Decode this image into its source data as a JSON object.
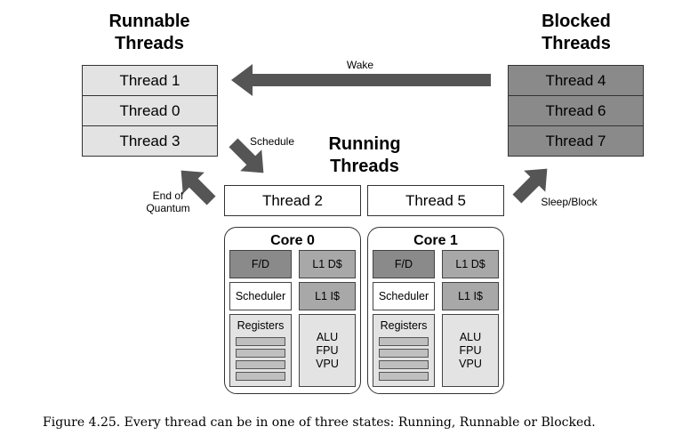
{
  "headings": {
    "runnable": "Runnable\nThreads",
    "blocked": "Blocked\nThreads",
    "running": "Running\nThreads"
  },
  "runnable_threads": [
    "Thread 1",
    "Thread 0",
    "Thread 3"
  ],
  "blocked_threads": [
    "Thread 4",
    "Thread 6",
    "Thread 7"
  ],
  "running_threads": [
    "Thread 2",
    "Thread 5"
  ],
  "transitions": {
    "wake": "Wake",
    "schedule": "Schedule",
    "end_of_quantum": "End of\nQuantum",
    "sleep_block": "Sleep/Block"
  },
  "cores": [
    {
      "title": "Core 0",
      "fd": "F/D",
      "l1d": "L1 D$",
      "scheduler": "Scheduler",
      "l1i": "L1 I$",
      "registers": "Registers",
      "units": "ALU\nFPU\nVPU"
    },
    {
      "title": "Core 1",
      "fd": "F/D",
      "l1d": "L1 D$",
      "scheduler": "Scheduler",
      "l1i": "L1 I$",
      "registers": "Registers",
      "units": "ALU\nFPU\nVPU"
    }
  ],
  "caption": "Figure 4.25. Every thread can be in one of three states: Running, Runnable or Blocked.",
  "colors": {
    "runnable_fill": "#e3e3e3",
    "blocked_fill": "#8a8a8a",
    "arrow": "#555555"
  }
}
